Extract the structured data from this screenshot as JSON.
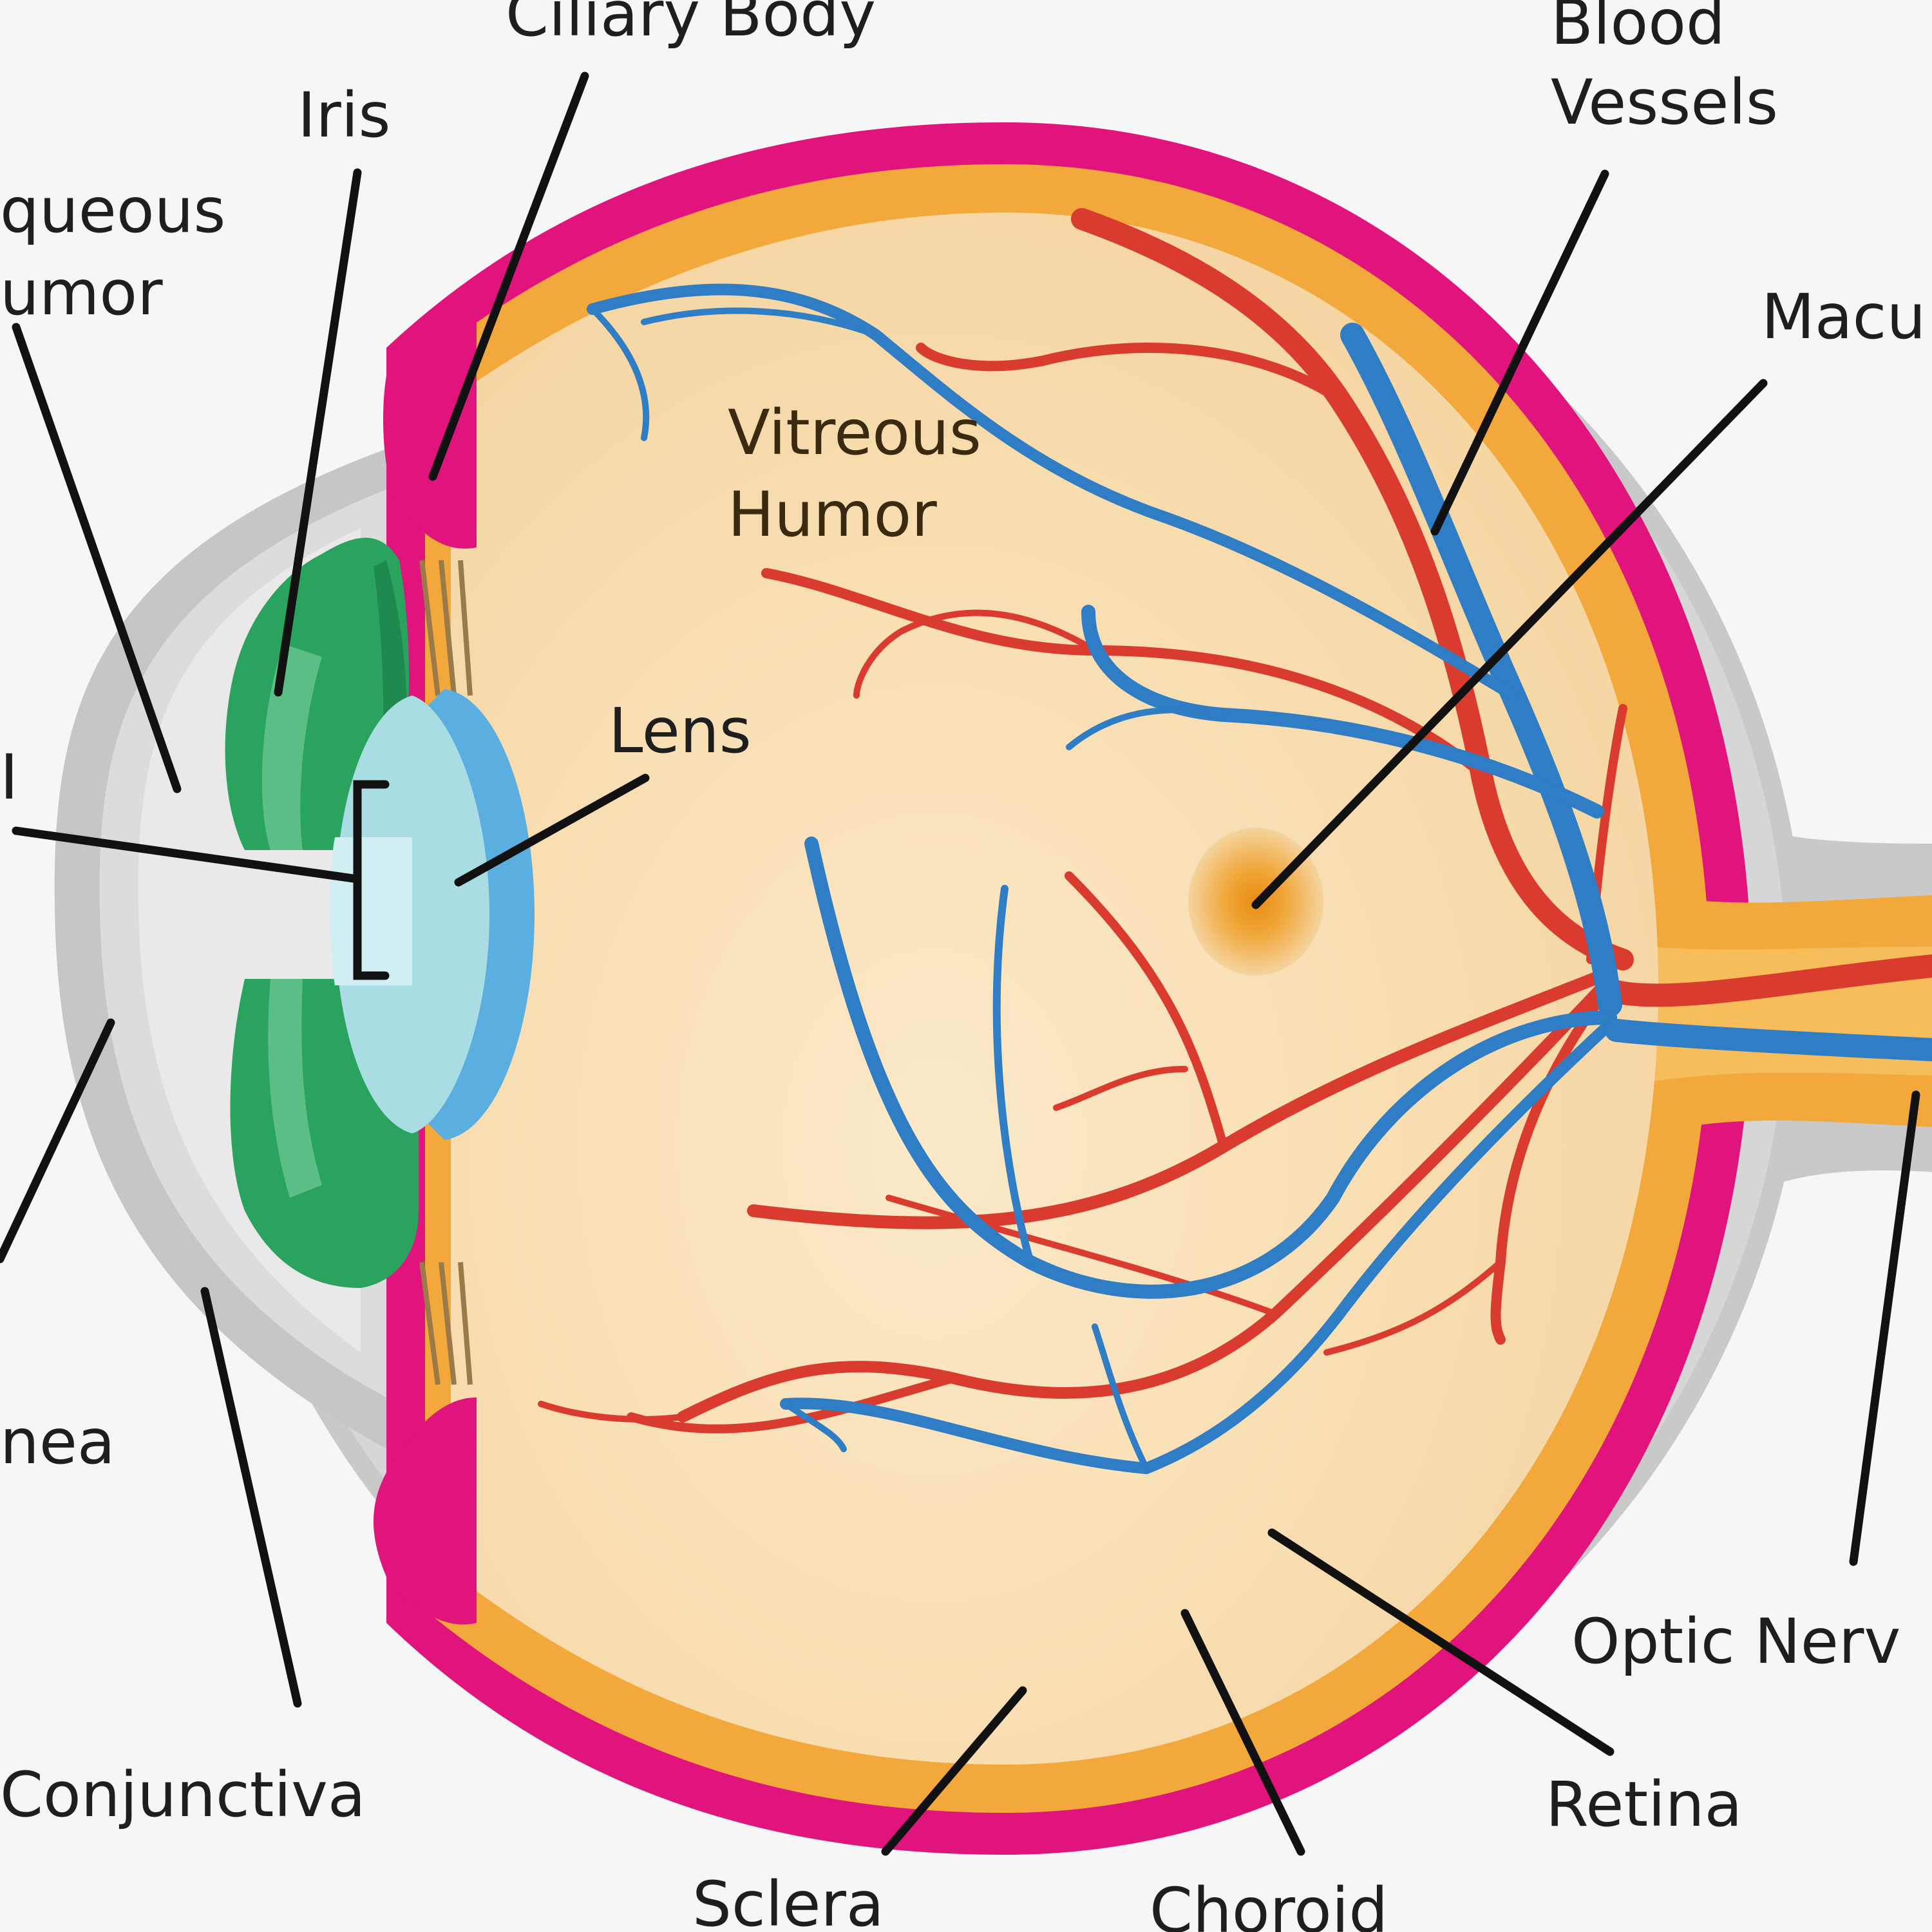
{
  "diagram": {
    "labels": {
      "ciliary_body": "Ciliary Body",
      "iris": "Iris",
      "aqueous_humor_line1": "queous",
      "aqueous_humor_line2": "umor",
      "blood_vessels_line1": "Blood",
      "blood_vessels_line2": "Vessels",
      "macula": "Macu",
      "vitreous_humor_line1": "Vitreous",
      "vitreous_humor_line2": "Humor",
      "lens": "Lens",
      "pupil": "I",
      "cornea": "nea",
      "conjunctiva": "Conjunctiva",
      "optic_nerve": "Optic Nerv",
      "retina": "Retina",
      "sclera": "Sclera",
      "choroid": "Choroid"
    },
    "colors": {
      "background": "#f6f6f6",
      "sclera": "#c9c9c9",
      "choroid": "#e0147c",
      "retina": "#f2a83a",
      "vitreous": "#f7ddb0",
      "iris": "#2aa35f",
      "lens": "#a9dde3",
      "artery": "#d93b2f",
      "vein": "#2f7dc4",
      "leader_line": "#111111",
      "label_text": "#1e1e1e"
    }
  }
}
